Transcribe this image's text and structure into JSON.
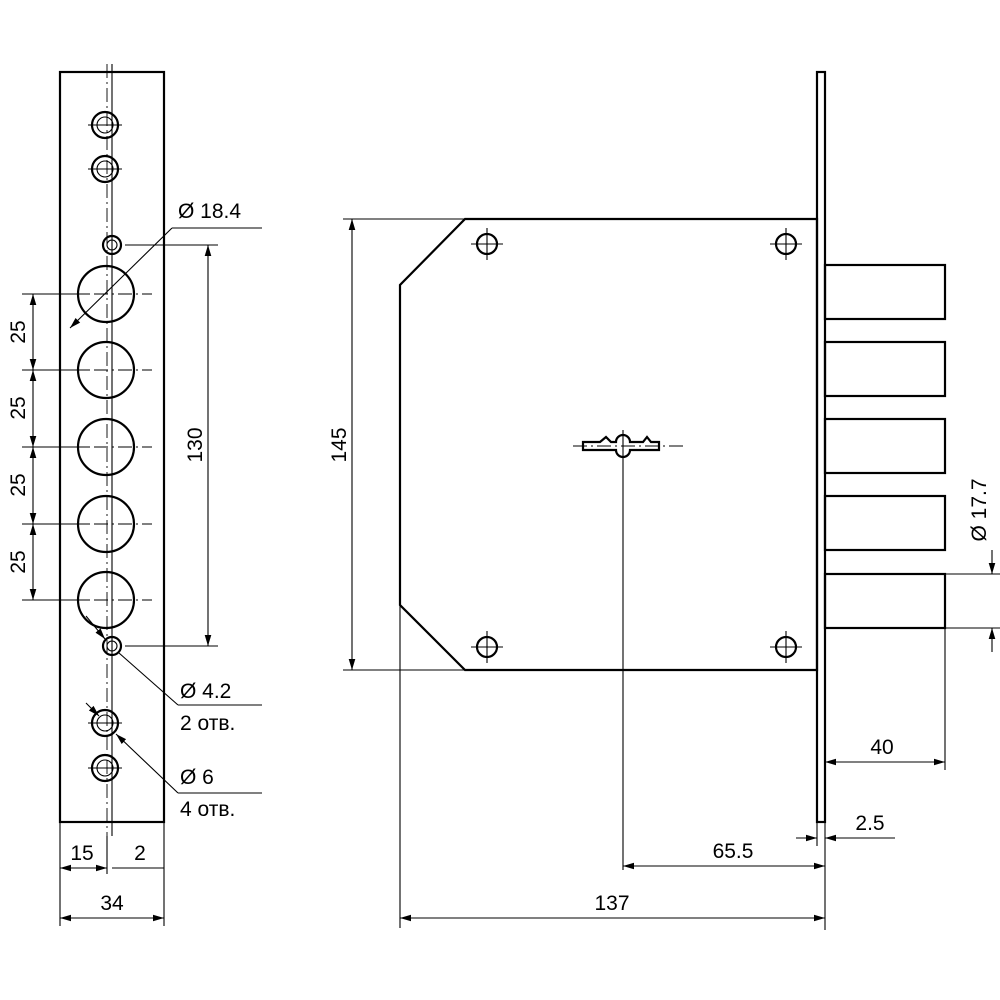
{
  "colors": {
    "ink": "#000000",
    "paper": "#ffffff"
  },
  "front_view": {
    "hole_diameter": "Ø 18.4",
    "spacing_1": "25",
    "spacing_2": "25",
    "spacing_3": "25",
    "spacing_4": "25",
    "total_span": "130",
    "small_hole": {
      "diameter": "Ø 4.2",
      "count": "2 отв."
    },
    "mount_hole": {
      "diameter": "Ø 6",
      "count": "4 отв."
    },
    "bottom_offset": "15",
    "bottom_gap": "2",
    "plate_width": "34"
  },
  "side_view": {
    "height": "145",
    "bolt_diameter": "Ø 17.7",
    "bolt_projection": "40",
    "plate_thickness": "2.5",
    "backset": "65.5",
    "body_length": "137"
  }
}
